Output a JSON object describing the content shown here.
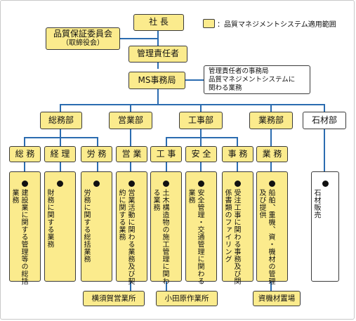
{
  "legend": {
    "text": "：品質マネジメントシステム適用範囲",
    "swatch_color": "#fbeb8d"
  },
  "top": {
    "president": "社 長",
    "qa_committee_title": "品質保証委員会",
    "qa_committee_sub": "（取締役会）",
    "manager": "管理責任者",
    "ms_office": "MS事務局",
    "ms_note_lines": [
      "管理責任者の事務局",
      "品質マネジメントシステムに",
      "関わる業務"
    ]
  },
  "departments": [
    "総務部",
    "営業部",
    "工事部",
    "業務部",
    "石材部"
  ],
  "sections": [
    "総 務",
    "経 理",
    "労 務",
    "営 業",
    "工 事",
    "安 全",
    "事 務",
    "業 務"
  ],
  "duties": [
    "建設業に関する管理等の総括業務",
    "財務に関する業務",
    "労務に関する総括業務",
    "営業活動に関わる業務及び契約に関する業務",
    "土木構造物の施工管理に関わる業務",
    "安全管理・交通管理に関わる業務",
    "受注工事に関わる事務及び関係書類のファイリング",
    "船舶、重機、資・機材の管理及び提供",
    "石材販売"
  ],
  "offices": [
    "横須賀営業所",
    "小田原作業所",
    "資機材置場"
  ],
  "colors": {
    "box_fill": "#fbeb8d",
    "connector": "#2b6cb0",
    "border": "#3a3a3a"
  }
}
